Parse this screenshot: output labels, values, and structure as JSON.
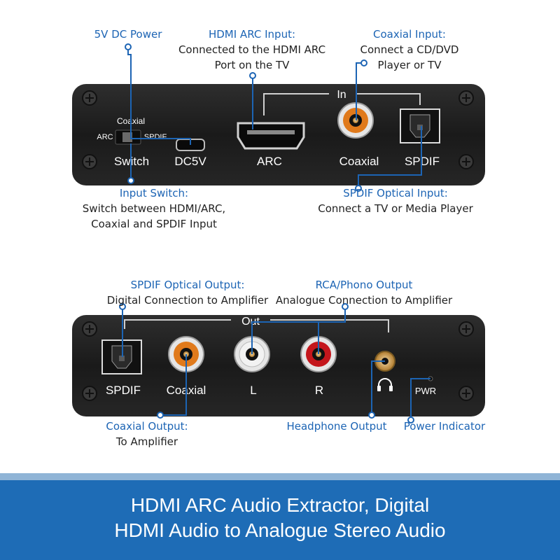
{
  "top_panel": {
    "switch_positions": {
      "top": "Coaxial",
      "left": "ARC",
      "right": "SPDIF"
    },
    "labels": {
      "switch": "Switch",
      "dc": "DC5V",
      "arc": "ARC",
      "in": "In",
      "coaxial": "Coaxial",
      "spdif": "SPDIF"
    },
    "callouts": {
      "power": {
        "title": "5V DC Power"
      },
      "hdmi": {
        "title": "HDMI ARC Input:",
        "desc1": "Connected to the HDMI ARC",
        "desc2": "Port on the TV"
      },
      "coax_in": {
        "title": "Coaxial Input:",
        "desc1": "Connect a CD/DVD",
        "desc2": "Player or TV"
      },
      "switch": {
        "title": "Input Switch:",
        "desc1": "Switch between HDMI/ARC,",
        "desc2": "Coaxial and SPDIF Input"
      },
      "spdif_in": {
        "title": "SPDIF Optical Input:",
        "desc1": "Connect a TV or Media Player"
      }
    }
  },
  "bottom_panel": {
    "labels": {
      "out": "Out",
      "spdif": "SPDIF",
      "coaxial": "Coaxial",
      "left": "L",
      "right": "R",
      "pwr": "PWR"
    },
    "callouts": {
      "spdif_out": {
        "title": "SPDIF Optical Output:",
        "desc1": "Digital Connection to Amplifier"
      },
      "rca_out": {
        "title": "RCA/Phono Output",
        "desc1": "Analogue Connection to Amplifier"
      },
      "coax_out": {
        "title": "Coaxial Output:",
        "desc1": "To Amplifier"
      },
      "headphone": {
        "title": "Headphone Output"
      },
      "power_ind": {
        "title": "Power Indicator"
      }
    }
  },
  "footer": {
    "line1": "HDMI ARC Audio Extractor, Digital",
    "line2": "HDMI Audio to Analogue Stereo Audio"
  },
  "colors": {
    "accent": "#1c64b4",
    "panel": "#1e1e1e",
    "footer": "#1e6cb6",
    "rca_red": "#c4161c",
    "rca_orange": "#e07a1c"
  }
}
